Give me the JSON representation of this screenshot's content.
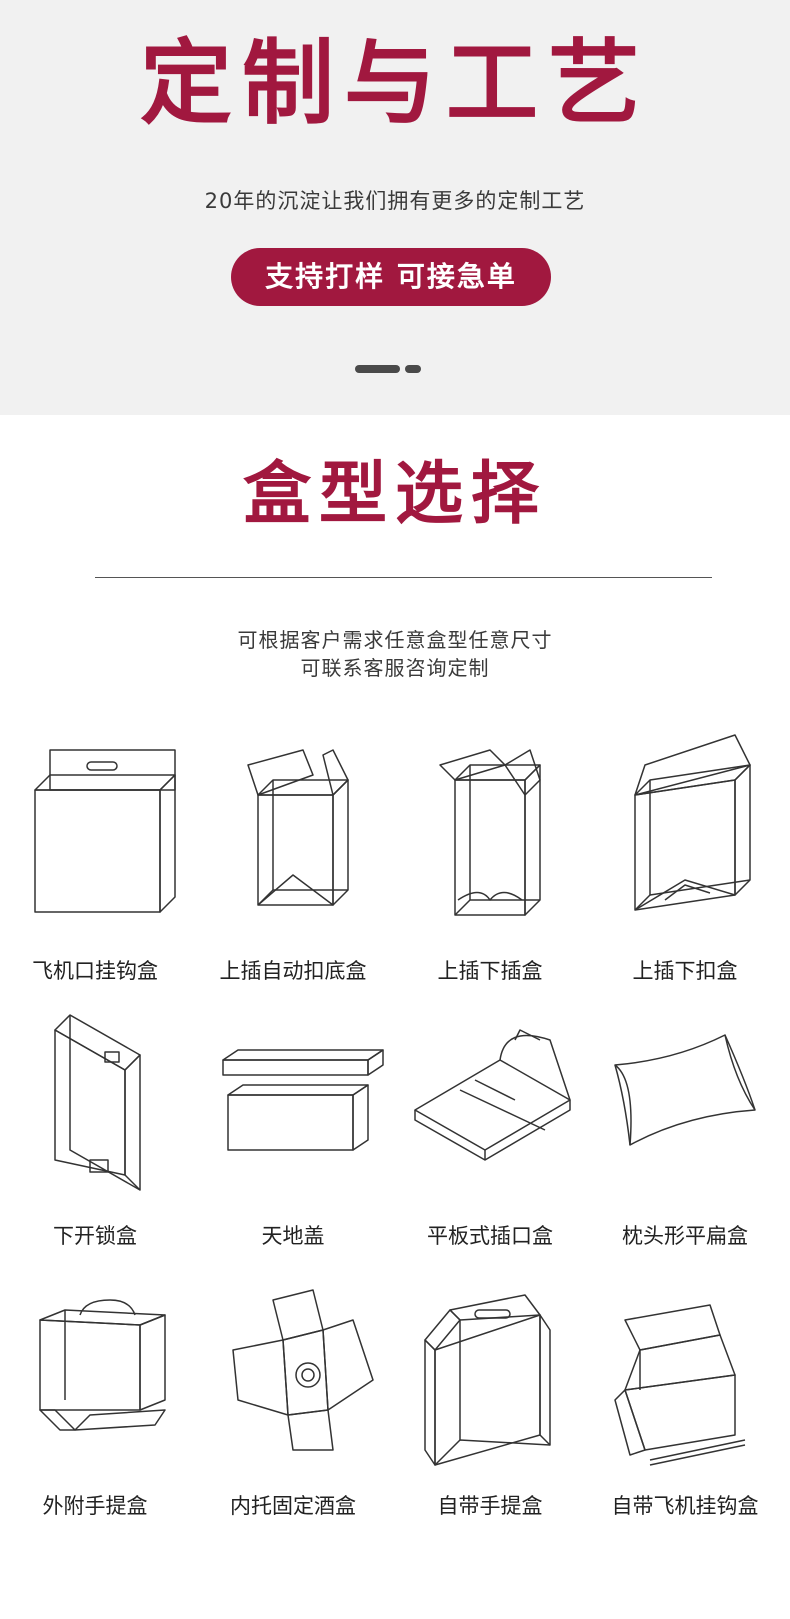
{
  "hero": {
    "title": "定制与工艺",
    "subtitle": "20年的沉淀让我们拥有更多的定制工艺",
    "button_label": "支持打样 可接急单"
  },
  "section": {
    "title": "盒型选择",
    "desc_line1": "可根据客户需求任意盒型任意尺寸",
    "desc_line2": "可联系客服咨询定制"
  },
  "box_types": [
    {
      "label": "飞机口挂钩盒",
      "icon": "hanging-tab-box-icon"
    },
    {
      "label": "上插自动扣底盒",
      "icon": "auto-lock-bottom-box-icon"
    },
    {
      "label": "上插下插盒",
      "icon": "tuck-end-box-icon"
    },
    {
      "label": "上插下扣盒",
      "icon": "tuck-top-snap-bottom-box-icon"
    },
    {
      "label": "下开锁盒",
      "icon": "bottom-lock-box-icon"
    },
    {
      "label": "天地盖",
      "icon": "lid-and-base-box-icon"
    },
    {
      "label": "平板式插口盒",
      "icon": "flat-tuck-box-icon"
    },
    {
      "label": "枕头形平扁盒",
      "icon": "pillow-box-icon"
    },
    {
      "label": "外附手提盒",
      "icon": "attached-handle-box-icon"
    },
    {
      "label": "内托固定酒盒",
      "icon": "wine-insert-box-icon"
    },
    {
      "label": "自带手提盒",
      "icon": "built-in-handle-box-icon"
    },
    {
      "label": "自带飞机挂钩盒",
      "icon": "built-in-hanger-box-icon"
    }
  ]
}
